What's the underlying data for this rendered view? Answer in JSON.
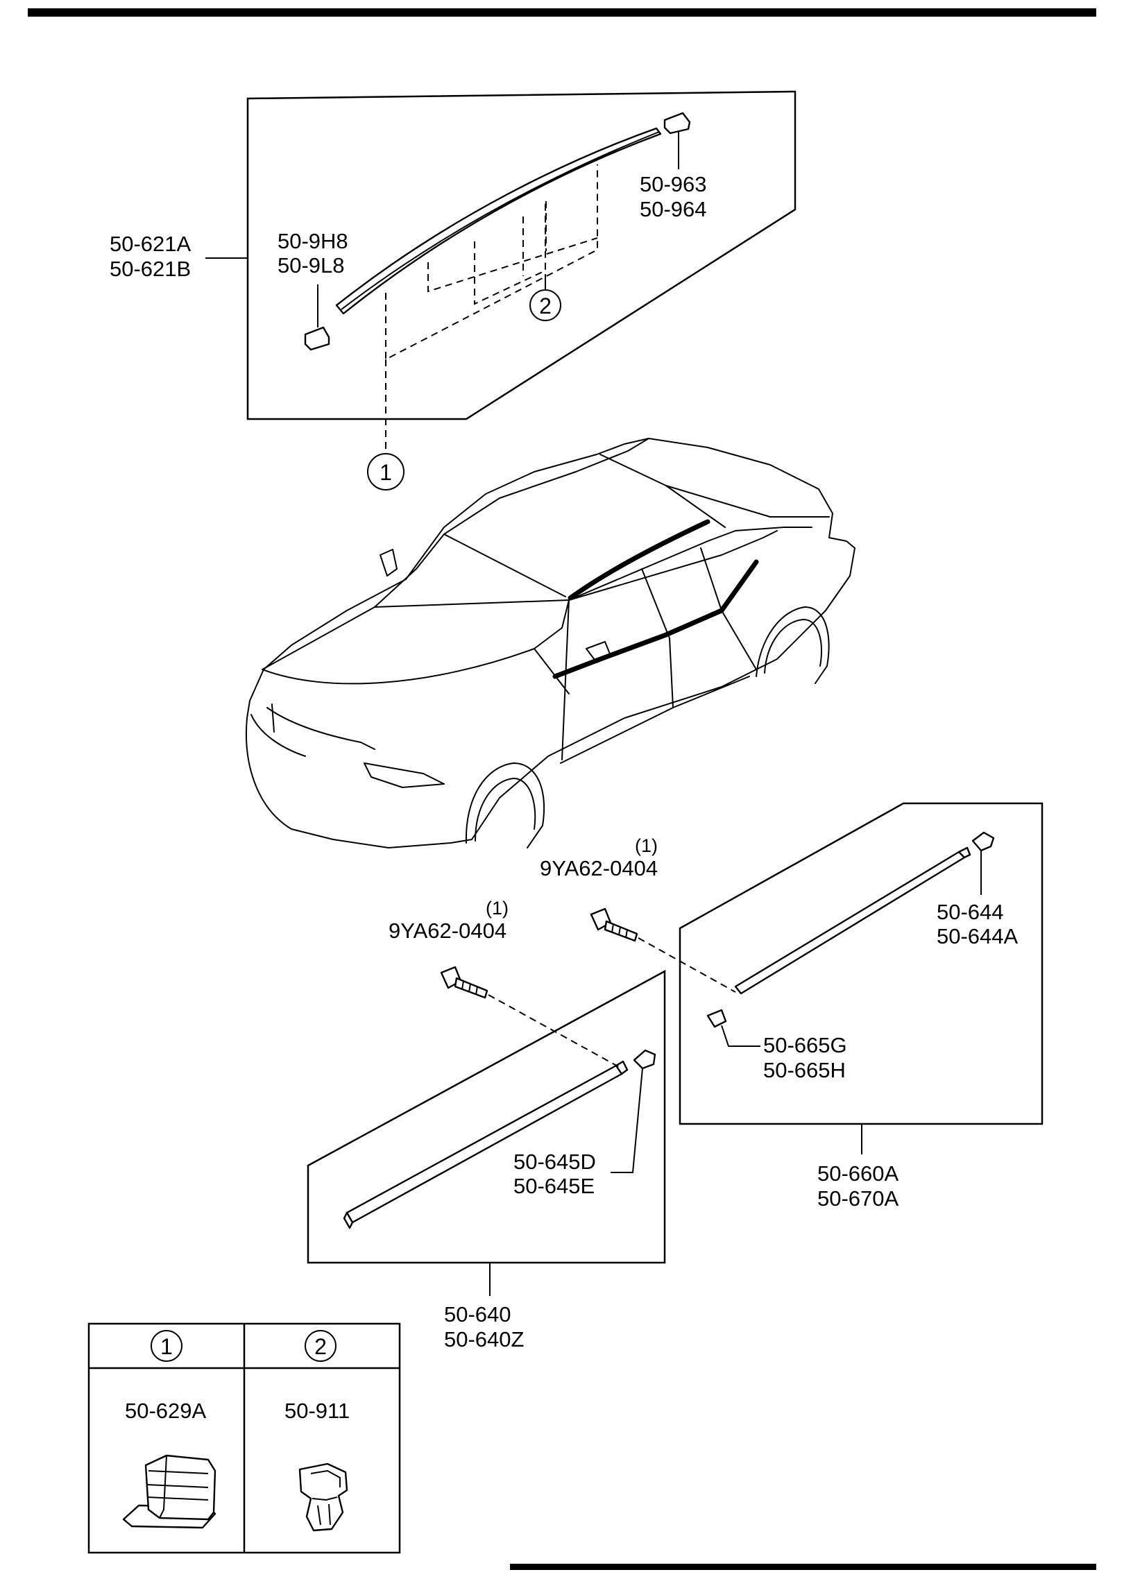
{
  "roof_group": {
    "molding_parts": [
      "50-621A",
      "50-621B"
    ],
    "rear_end_piece": [
      "50-963",
      "50-964"
    ],
    "front_end_piece": [
      "50-9H8",
      "50-9L8"
    ],
    "callout_2": "2"
  },
  "callout_1": "1",
  "screws": [
    {
      "qty": "(1)",
      "part": "9YA62-0404"
    },
    {
      "qty": "(1)",
      "part": "9YA62-0404"
    }
  ],
  "rear_door_group": {
    "end_cap": [
      "50-644",
      "50-644A"
    ],
    "front_cap": [
      "50-665G",
      "50-665H"
    ],
    "assembly": [
      "50-660A",
      "50-670A"
    ]
  },
  "front_door_group": {
    "end_cap": [
      "50-645D",
      "50-645E"
    ],
    "assembly": [
      "50-640",
      "50-640Z"
    ]
  },
  "legend": [
    {
      "callout": "1",
      "part": "50-629A",
      "icon": "clip-fastener-icon"
    },
    {
      "callout": "2",
      "part": "50-911",
      "icon": "retainer-clip-icon"
    }
  ]
}
